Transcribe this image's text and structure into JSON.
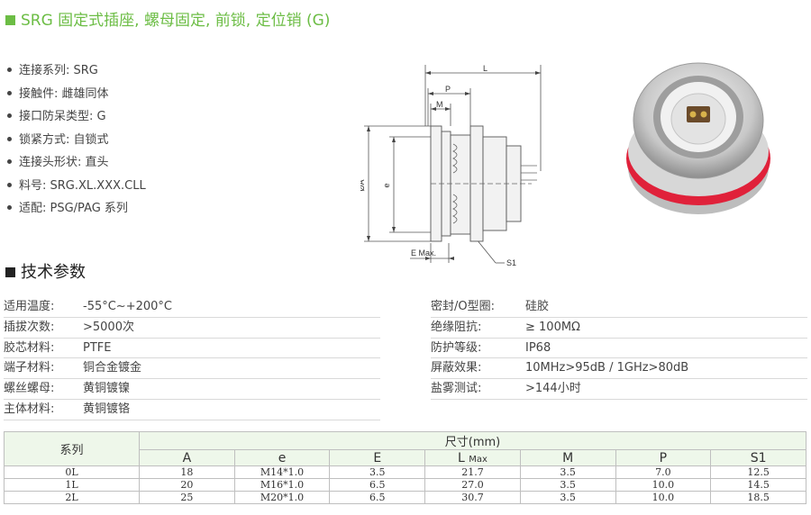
{
  "title": "SRG 固定式插座, 螺母固定, 前锁, 定位销 (G)",
  "features": [
    "连接系列: SRG",
    "接触件: 雌雄同体",
    "接口防呆类型: G",
    "锁紧方式: 自锁式",
    "连接头形状: 直头",
    "料号: SRG.XL.XXX.CLL",
    "适配: PSG/PAG 系列"
  ],
  "drawing": {
    "labels": {
      "L": "L",
      "P": "P",
      "M": "M",
      "phiA": "ØA",
      "e": "e",
      "emax": "E Max.",
      "s1": "S1"
    }
  },
  "spec_title": "技术参数",
  "specs_left": [
    {
      "k": "适用温度:",
      "v": "-55°C~+200°C"
    },
    {
      "k": "插拔次数:",
      "v": ">5000次"
    },
    {
      "k": "胶芯材料:",
      "v": "PTFE"
    },
    {
      "k": "端子材料:",
      "v": "铜合金镀金"
    },
    {
      "k": "螺丝螺母:",
      "v": "黄铜镀镍"
    },
    {
      "k": "主体材料:",
      "v": "黄铜镀铬"
    }
  ],
  "specs_right": [
    {
      "k": "密封/O型圈:",
      "v": "硅胶"
    },
    {
      "k": "绝缘阻抗:",
      "v": "≥ 100MΩ"
    },
    {
      "k": "防护等级:",
      "v": "IP68"
    },
    {
      "k": "屏蔽效果:",
      "v": "10MHz>95dB / 1GHz>80dB"
    },
    {
      "k": "盐雾测试:",
      "v": ">144小时"
    }
  ],
  "table": {
    "series_header": "系列",
    "dims_header": "尺寸(mm)",
    "columns": [
      "A",
      "e",
      "E",
      "L",
      "M",
      "P",
      "S1"
    ],
    "l_suffix": "Max",
    "rows": [
      [
        "0L",
        "18",
        "M14*1.0",
        "3.5",
        "21.7",
        "3.5",
        "7.0",
        "12.5"
      ],
      [
        "1L",
        "20",
        "M16*1.0",
        "6.5",
        "27.0",
        "3.5",
        "10.0",
        "14.5"
      ],
      [
        "2L",
        "25",
        "M20*1.0",
        "6.5",
        "30.7",
        "3.5",
        "10.0",
        "18.5"
      ]
    ]
  },
  "colors": {
    "accent": "#6cbd45",
    "seal_red": "#e0213a",
    "header_bg": "#eef7ea"
  }
}
